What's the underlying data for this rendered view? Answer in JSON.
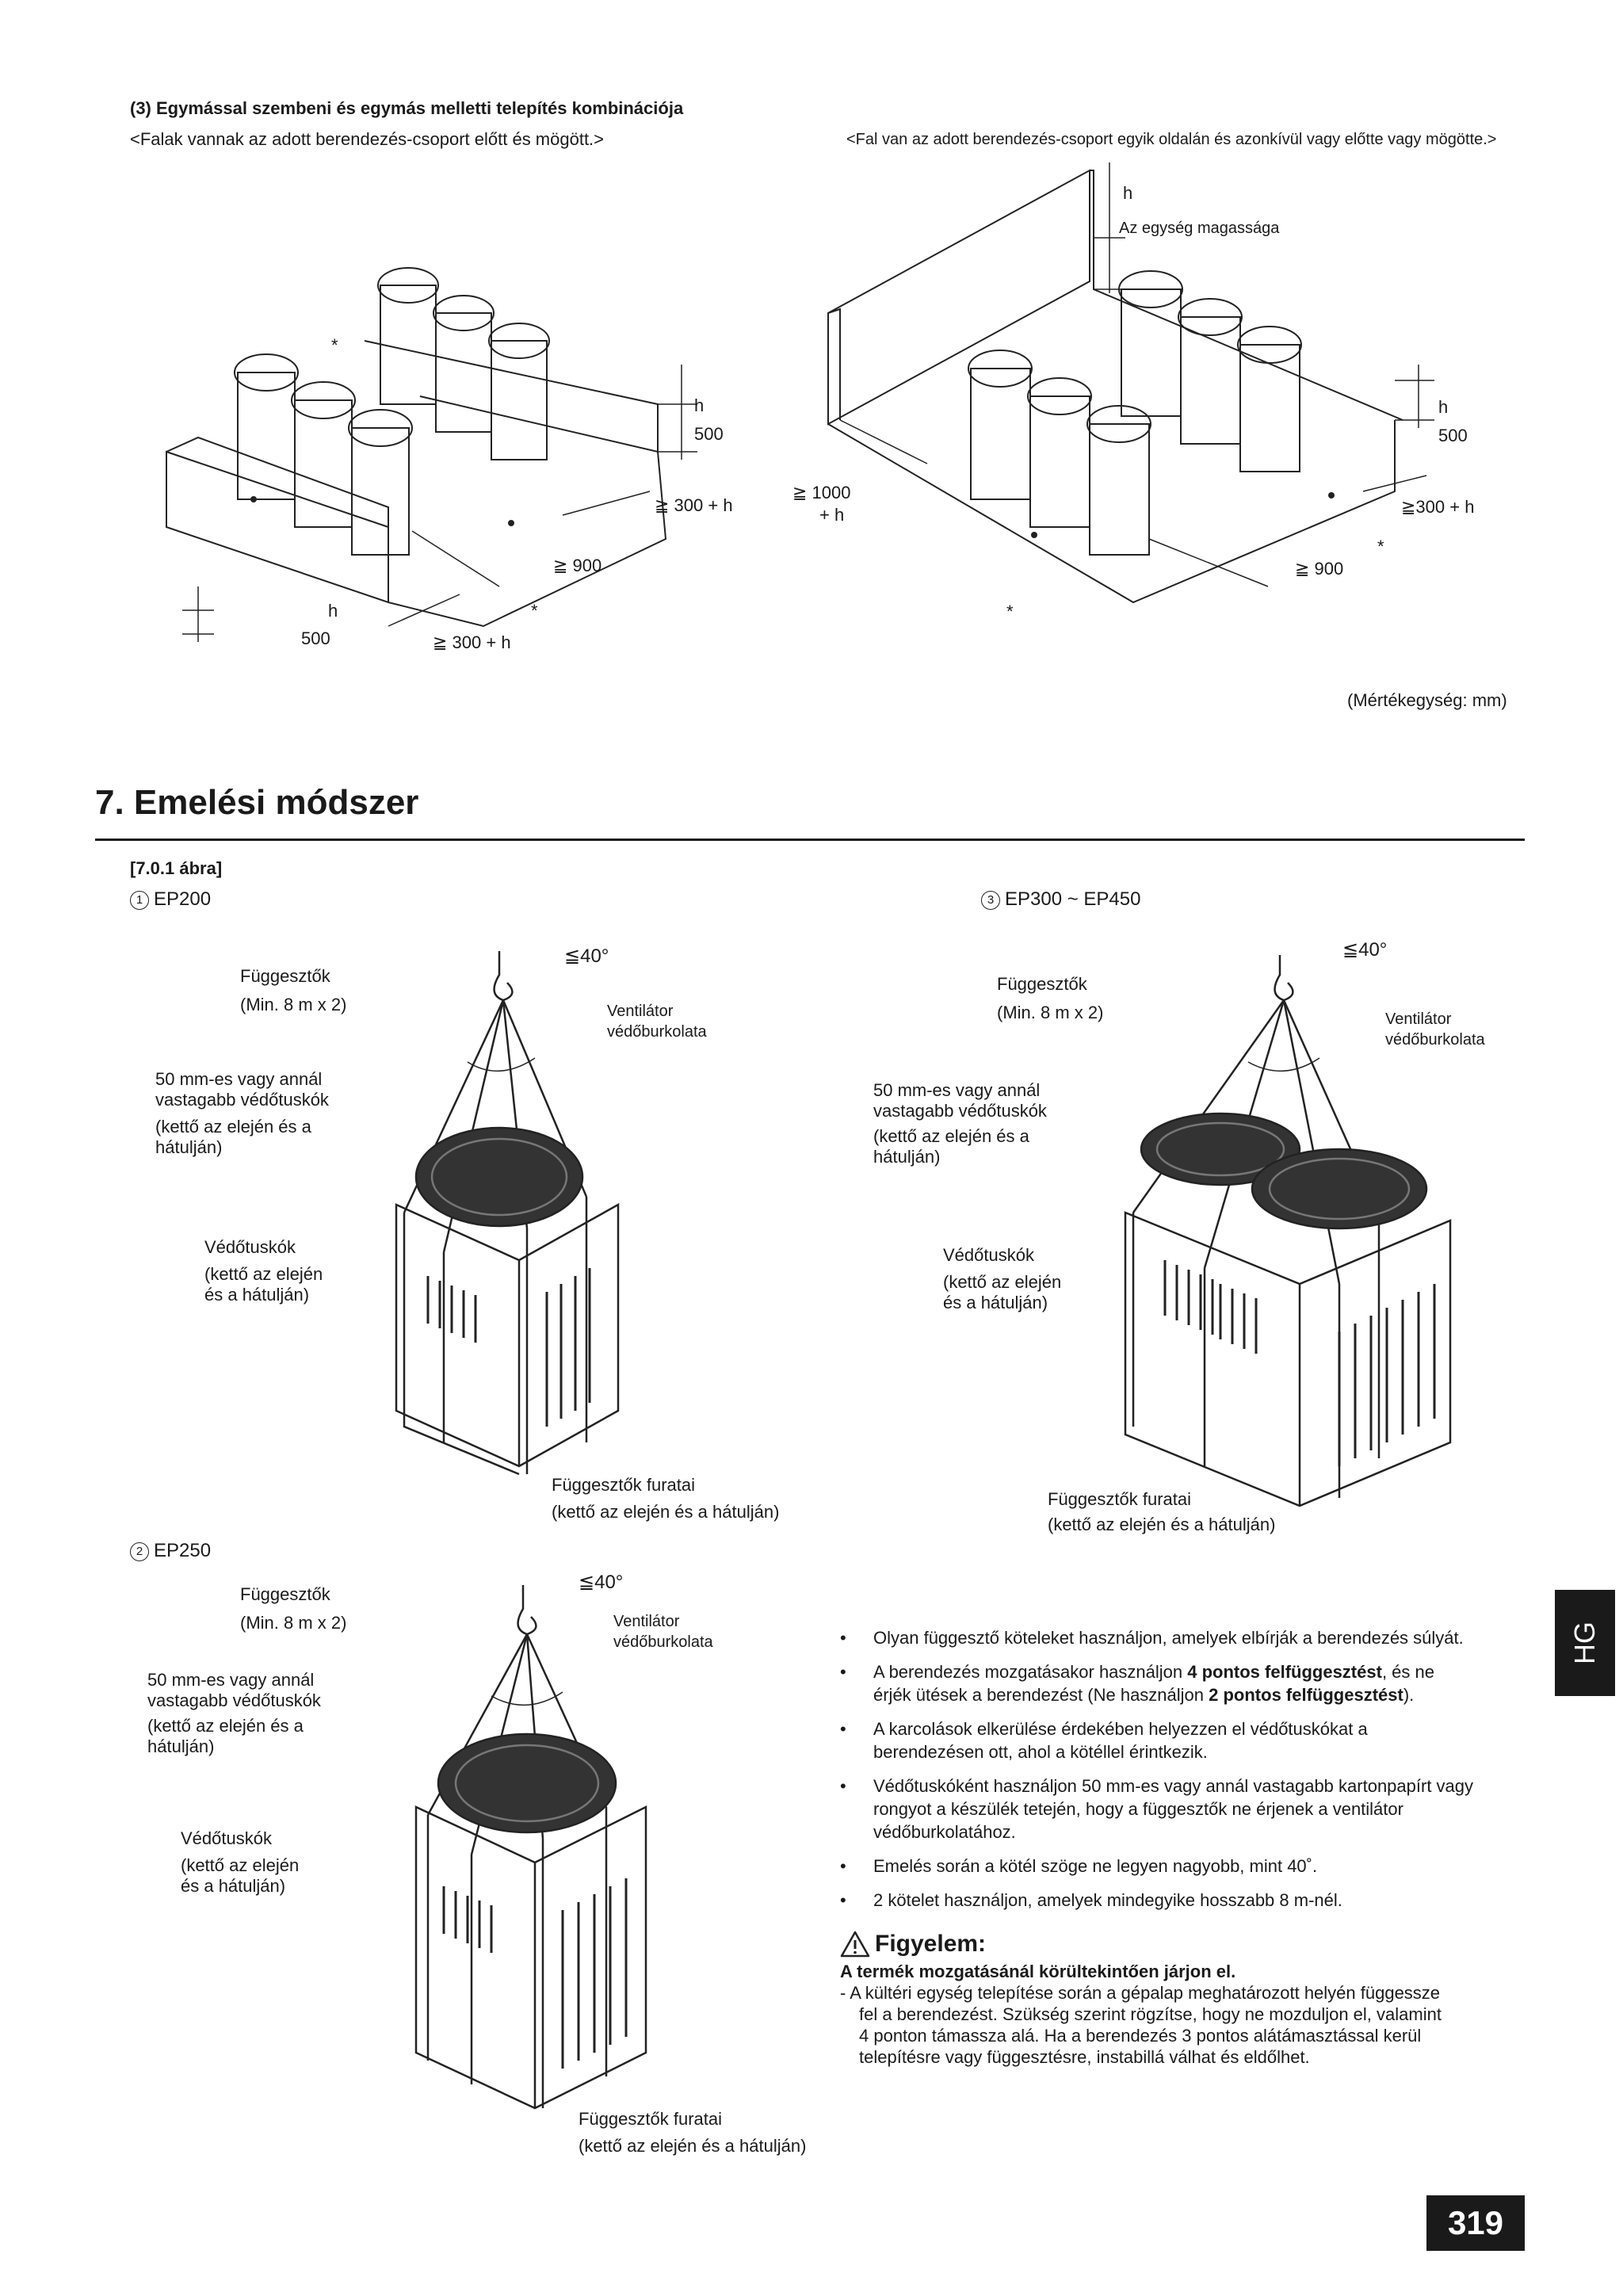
{
  "section3": {
    "title": "(3) Egymással szembeni és egymás melletti telepítés kombinációja",
    "left_caption": "<Falak vannak az adott berendezés-csoport előtt és mögött.>",
    "right_caption": "<Fal van az adott berendezés-csoport egyik oldalán és azonkívül vagy előtte vagy mögötte.>",
    "left_dims": {
      "h_top": "h",
      "v500_top": "500",
      "d300h_right": "≧ 300 + h",
      "d900": "≧ 900",
      "h_bottom": "h",
      "v500_bottom": "500",
      "d300h_bottom": "≧ 300 + h",
      "star": "*"
    },
    "right_dims": {
      "h_top": "h",
      "unit_height": "Az egység magassága",
      "h_side": "h",
      "v500": "500",
      "d300h": "≧300 + h",
      "d1000": "≧ 1000",
      "d1000b": "+ h",
      "d900": "≧ 900",
      "star": "*"
    },
    "unit_note": "(Mértékegység: mm)"
  },
  "section7": {
    "heading": "7. Emelési módszer",
    "fig_ref": "[7.0.1 ábra]",
    "fig1": {
      "num": "1",
      "model": "EP200",
      "angle": "≦40°",
      "slings": "Függesztők",
      "slings_min": "(Min. 8 m x 2)",
      "fan_guard1": "Ventilátor",
      "fan_guard2": "védőburkolata",
      "pads1": "50 mm-es vagy annál",
      "pads2": "vastagabb védőtuskók",
      "pads3": "(kettő az elején és a",
      "pads4": "hátulján)",
      "guards1": "Védőtuskók",
      "guards2": "(kettő az elején",
      "guards3": "és a hátulján)",
      "holes1": "Függesztők furatai",
      "holes2": "(kettő az elején és a hátulján)"
    },
    "fig2": {
      "num": "2",
      "model": "EP250",
      "angle": "≦40°",
      "slings": "Függesztők",
      "slings_min": "(Min. 8 m x 2)",
      "fan_guard1": "Ventilátor",
      "fan_guard2": "védőburkolata",
      "pads1": "50 mm-es vagy annál",
      "pads2": "vastagabb védőtuskók",
      "pads3": "(kettő az elején és a",
      "pads4": "hátulján)",
      "guards1": "Védőtuskók",
      "guards2": "(kettő az elején",
      "guards3": "és a hátulján)",
      "holes1": "Függesztők furatai",
      "holes2": "(kettő az elején és a hátulján)"
    },
    "fig3": {
      "num": "3",
      "model": "EP300 ~ EP450",
      "angle": "≦40°",
      "slings": "Függesztők",
      "slings_min": "(Min. 8 m x 2)",
      "fan_guard1": "Ventilátor",
      "fan_guard2": "védőburkolata",
      "pads1": "50 mm-es vagy annál",
      "pads2": "vastagabb védőtuskók",
      "pads3": "(kettő az elején és a",
      "pads4": "hátulján)",
      "guards1": "Védőtuskók",
      "guards2": "(kettő az elején",
      "guards3": "és a hátulján)",
      "holes1": "Függesztők furatai",
      "holes2": "(kettő az elején és a hátulján)"
    },
    "bullets": [
      "Olyan függesztő köteleket használjon, amelyek elbírják a berendezés súlyát.",
      "A berendezés mozgatásakor használjon 4 pontos felfüggesztést, és ne érjék ütések a berendezést (Ne használjon 2 pontos felfüggesztést).",
      "A karcolások elkerülése érdekében helyezzen el védőtuskókat a berendezésen ott, ahol a kötéllel érintkezik.",
      "Védőtuskóként használjon 50 mm-es vagy annál vastagabb kartonpapírt vagy rongyot a készülék tetején, hogy a függesztők ne érjenek a ventilátor védőburkolatához.",
      "Emelés során a kötél szöge ne legyen nagyobb, mint 40˚.",
      "2 kötelet használjon, amelyek mindegyike hosszabb 8 m-nél."
    ],
    "bullet2_parts": {
      "a": "A berendezés mozgatásakor használjon ",
      "b": "4 pontos felfüggesztést",
      "c": ", és ne érjék ütések a berendezést (Ne használjon ",
      "d": "2 pontos felfüggesztést",
      "e": ")."
    },
    "caution": {
      "title": "Figyelem:",
      "subtitle": "A termék mozgatásánál körültekintően járjon el.",
      "text_line1": "-  A kültéri egység telepítése során a gépalap meghatározott helyén függessze",
      "text_line2": "fel a berendezést. Szükség szerint rögzítse, hogy ne mozduljon el, valamint",
      "text_line3": "4 ponton támassza alá. Ha a berendezés 3 pontos alátámasztással kerül",
      "text_line4": "telepítésre vagy függesztésre, instabillá válhat és eldőlhet."
    }
  },
  "side_tab": "HG",
  "page_number": "319"
}
